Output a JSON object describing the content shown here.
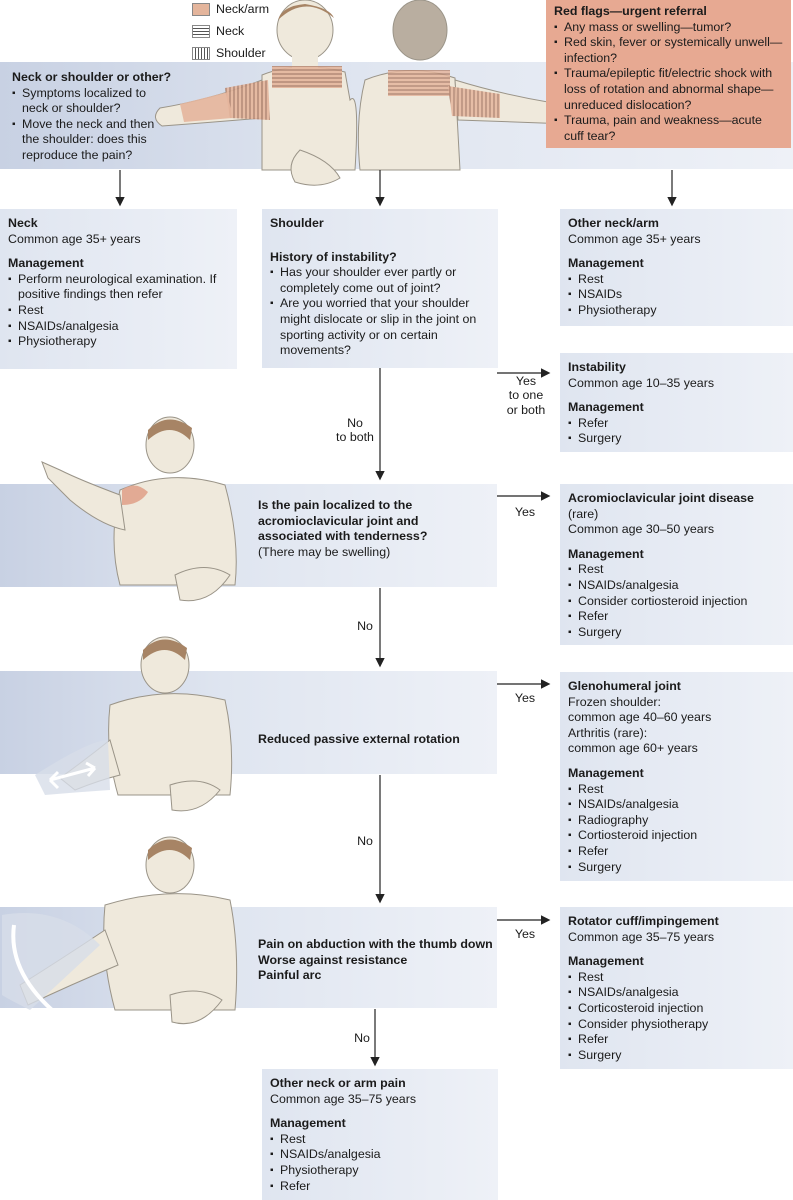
{
  "legend": {
    "neck_arm": "Neck/arm",
    "neck": "Neck",
    "shoulder": "Shoulder"
  },
  "colors": {
    "band": "#dfe5f0",
    "red": "#e7a992",
    "skin": "#efe9dc",
    "arrow": "#222222"
  },
  "top_question": {
    "title": "Neck or shoulder or other?",
    "items": [
      "Symptoms localized to neck or shoulder?",
      "Move the neck and then the shoulder: does this reproduce the pain?"
    ]
  },
  "red_flags": {
    "title": "Red flags—urgent referral",
    "items": [
      "Any mass or swelling—tumor?",
      "Red skin, fever or systemically unwell—infection?",
      "Trauma/epileptic fit/electric shock with loss of rotation and abnormal shape—unreduced dislocation?",
      "Trauma, pain and weakness—acute cuff tear?"
    ]
  },
  "neck": {
    "title": "Neck",
    "age": "Common age 35+ years",
    "mgmt_title": "Management",
    "items": [
      "Perform neurological examination. If positive findings then refer",
      "Rest",
      "NSAIDs/analgesia",
      "Physiotherapy"
    ]
  },
  "shoulder": {
    "title": "Shoulder",
    "q_title": "History of instability?",
    "items": [
      "Has your shoulder ever partly or completely come out of joint?",
      "Are you worried that your shoulder might dislocate or slip in the joint on sporting activity or on certain movements?"
    ]
  },
  "other_neck_arm": {
    "title": "Other neck/arm",
    "age": "Common age 35+ years",
    "mgmt_title": "Management",
    "items": [
      "Rest",
      "NSAIDs",
      "Physiotherapy"
    ]
  },
  "instability": {
    "title": "Instability",
    "age": "Common age 10–35 years",
    "mgmt_title": "Management",
    "items": [
      "Refer",
      "Surgery"
    ]
  },
  "acj": {
    "title": "Acromioclavicular joint disease",
    "sub": "(rare)",
    "age": "Common age 30–50 years",
    "mgmt_title": "Management",
    "items": [
      "Rest",
      "NSAIDs/analgesia",
      "Consider cortiosteroid injection",
      "Refer",
      "Surgery"
    ]
  },
  "glenohumeral": {
    "title": "Glenohumeral joint",
    "l1": "Frozen shoulder:",
    "l2": "common age 40–60 years",
    "l3": "Arthritis (rare):",
    "l4": "common age 60+ years",
    "mgmt_title": "Management",
    "items": [
      "Rest",
      "NSAIDs/analgesia",
      "Radiography",
      "Cortiosteroid injection",
      "Refer",
      "Surgery"
    ]
  },
  "rotator": {
    "title": "Rotator cuff/impingement",
    "age": "Common age 35–75 years",
    "mgmt_title": "Management",
    "items": [
      "Rest",
      "NSAIDs/analgesia",
      "Corticosteroid injection",
      "Consider physiotherapy",
      "Refer",
      "Surgery"
    ]
  },
  "other_pain": {
    "title": "Other neck or arm pain",
    "age": "Common age 35–75 years",
    "mgmt_title": "Management",
    "items": [
      "Rest",
      "NSAIDs/analgesia",
      "Physiotherapy",
      "Refer"
    ]
  },
  "questions": {
    "acj_q1": "Is the pain localized to the",
    "acj_q2": "acromioclavicular joint and",
    "acj_q3": "associated with tenderness?",
    "acj_q4": "(There may be swelling)",
    "gh_q": "Reduced passive external rotation",
    "rc_q1": "Pain on abduction with the thumb down",
    "rc_q2": "Worse against resistance",
    "rc_q3": "Painful arc"
  },
  "labels": {
    "yes": "Yes",
    "no": "No",
    "yes_one1": "Yes",
    "yes_one2": "to one",
    "yes_one3": "or both",
    "no_both1": "No",
    "no_both2": "to both"
  }
}
